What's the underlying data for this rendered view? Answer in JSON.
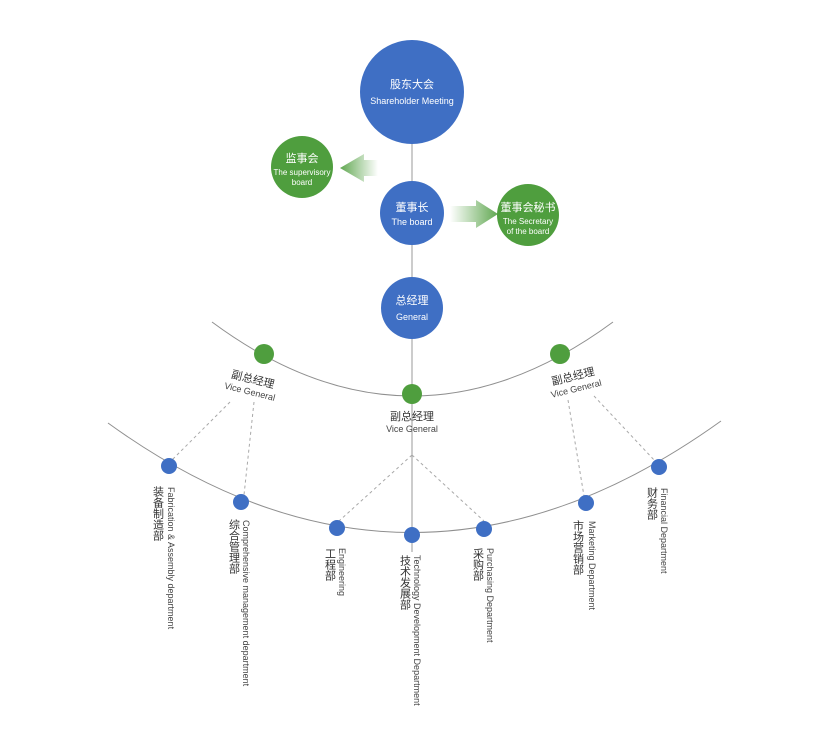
{
  "colors": {
    "blue": "#3f6fc4",
    "green": "#4f9e3e",
    "line": "#9a9a9a",
    "dash": "#a8a8a8"
  },
  "shareholder": {
    "zh": "股东大会",
    "en": "Shareholder Meeting"
  },
  "supervisory": {
    "zh": "监事会",
    "en1": "The supervisory",
    "en2": "board"
  },
  "board": {
    "zh": "董事长",
    "en": "The board"
  },
  "secretary": {
    "zh": "董事会秘书",
    "en1": "The Secretary",
    "en2": "of the board"
  },
  "general": {
    "zh": "总经理",
    "en": "General"
  },
  "vice_left": {
    "zh": "副总经理",
    "en": "Vice General"
  },
  "vice_center": {
    "zh": "副总经理",
    "en": "Vice General"
  },
  "vice_right": {
    "zh": "副总经理",
    "en": "Vice General"
  },
  "departments": [
    {
      "zh": "装备制造部",
      "en": "Fabrication & Assembly department"
    },
    {
      "zh": "综合管理部",
      "en": "Comprehensive management department"
    },
    {
      "zh": "工程部",
      "en": "Engineering"
    },
    {
      "zh": "技术发展部",
      "en": "Technology Development Department"
    },
    {
      "zh": "采购部",
      "en": "Purchasing Department"
    },
    {
      "zh": "市场营销部",
      "en": "Marketing Department"
    },
    {
      "zh": "财务部",
      "en": "Financial Department"
    }
  ]
}
